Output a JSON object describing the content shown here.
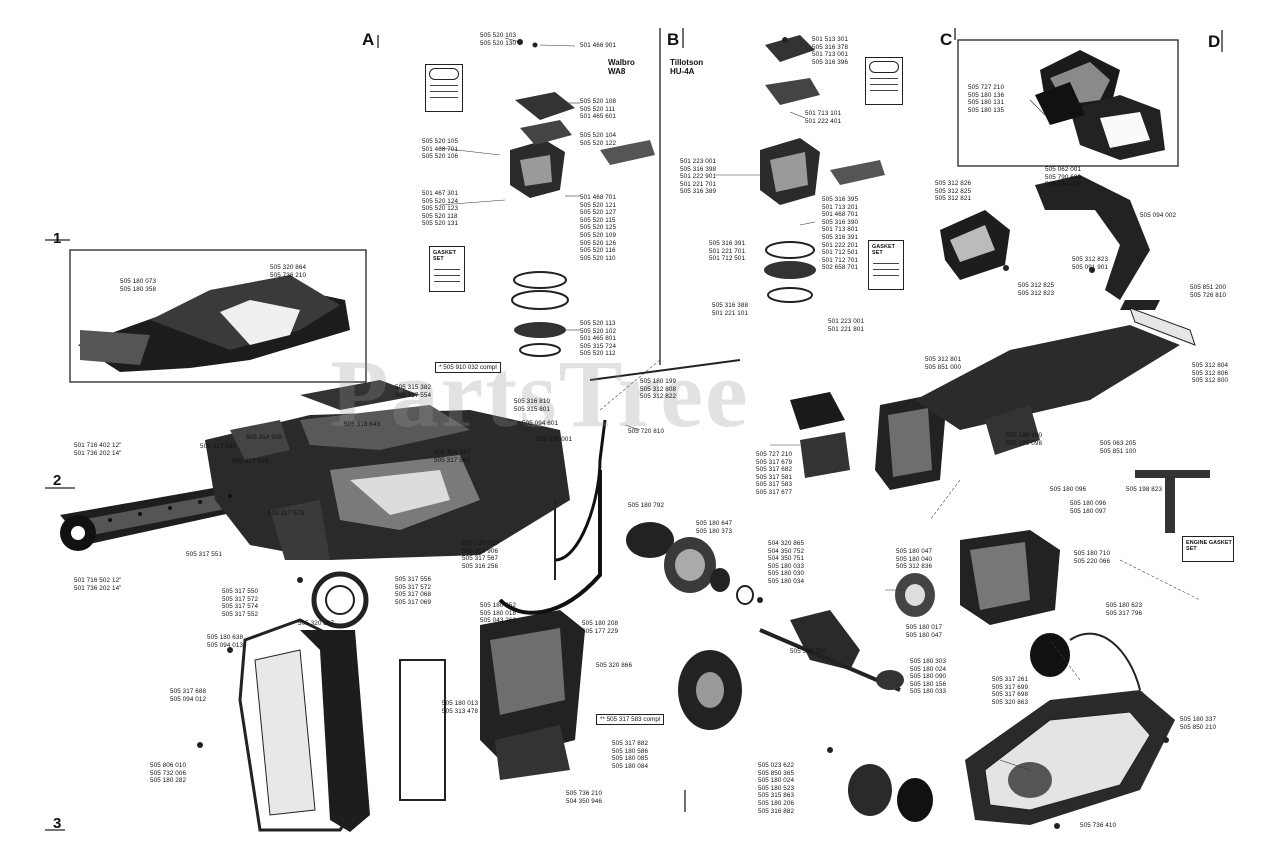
{
  "sections": {
    "a": "A",
    "b": "B",
    "c": "C",
    "d": "D",
    "n1": "1",
    "n2": "2",
    "n3": "3"
  },
  "carb_titles": {
    "walbro": "Walbro\nWA8",
    "tillotson": "Tillotson\nHU-4A"
  },
  "kits": {
    "gasket_set_a": "GASKET\nSET",
    "gasket_set_b": "GASKET\nSET",
    "engine_gasket_set": "ENGINE GASKET\nSET"
  },
  "callouts": {
    "compl_1": "* 505 910 032 compl",
    "compl_2": "** 505 317 583 compl"
  },
  "watermark": "PartsTree",
  "labels": {
    "walbro_top_1": "505 520 103\n505 520 130",
    "walbro_top_2": "501 466 901",
    "walbro_right_1": "505 520 108\n505 520 111\n501 465 601",
    "walbro_right_2": "505 520 104\n505 520 122",
    "walbro_left_1": "505 520 105\n501 468 701\n505 520 106",
    "walbro_left_2": "501 467 301\n505 520 124\n505 520 123\n505 520 118\n505 520 131",
    "walbro_right_3": "501 468 701\n505 520 121\n505 520 127\n505 520 115\n505 520 125\n505 520 109\n505 520 126\n505 520 116\n505 520 110",
    "walbro_right_4": "505 520 113\n505 520 102\n501 465 801\n505 315 724\n505 520 112",
    "till_top": "501 513 301\n505 316 378\n501 713 001\n505 316 396",
    "till_mid": "501 713 101\n501 222 401",
    "till_left": "501 223 001\n505 316 398\n501 222 901\n501 221 701\n505 316 389",
    "till_right": "505 316 395\n501 713 201\n501 468 701\n505 316 390\n501 713 801\n505 316 391\n501 222 201\n501 712 501\n501 712 701\n502 658 701",
    "till_left2": "505 316 391\n501 221 701\n501 712 501",
    "till_bot": "505 316 388\n501 221 101",
    "till_bot2": "501 223 001\n501 221 801",
    "c_left": "505 727 210\n505 180 136\n505 180 131\n505 180 135",
    "d_top": "505 062 001\n505 790 690\n505 094 005",
    "d_left": "505 312 826\n505 312 825\n505 312 821",
    "d_right": "505 094 002",
    "d_mid": "505 312 825\n505 312 823",
    "d_mid2": "505 312 823\n505 091 901",
    "d_far_right": "505 851 200\n505 726 810",
    "d_right2": "505 312 804\n505 312 806\n505 312 800",
    "d_mid3": "505 312 801\n505 851 000",
    "p1_a": "505 180 073\n505 180 358",
    "p1_b": "505 320 864\n505 736 210",
    "saw_top_1": "505 315 382\n505 317 554",
    "saw_top_2": "505 314 906",
    "saw_top_3": "505 318 643",
    "saw_top_4": "505 316 810\n505 315 801",
    "saw_left_1": "505 317 581",
    "saw_left_2": "505 317 569",
    "bar_top": "501 716 402 12\"\n501 736 202 14\"",
    "bar_bot": "501 716 502 12\"\n501 736 202 14\"",
    "saw_mid_1": "505 314 937\n505 317 583",
    "saw_mid_2": "505 094 601",
    "saw_mid_3": "505 090 001",
    "saw_mid_4": "505 720 810",
    "saw_mid_5": "505 180 199\n505 312 808\n505 312 822",
    "saw_mid_6": "505 317 573",
    "saw_mid_7": "505 317 551",
    "saw_mid_8": "505 720 810\n505 314 906\n505 317 567\n505 316 256",
    "saw_mid_9": "505 180 792",
    "saw_lo_1": "505 317 550\n505 317 572\n505 317 574\n505 317 552",
    "saw_lo_2": "505 317 556\n505 317 572\n505 317 068\n505 317 069",
    "saw_lo_3": "505 180 252\n505 180 018\n505 043 262",
    "saw_lo_4": "505 180 208\n505 177 229",
    "saw_lo_5": "505 320 866",
    "handle_1": "505 180 638\n505 094 013",
    "handle_2": "505 320 867",
    "handle_3": "505 317 688\n505 094 012",
    "handle_4": "505 806 010\n505 732 006\n505 180 282",
    "cyl_1": "505 180 013\n505 313 478",
    "cyl_2": "505 736 210\n504 350 946",
    "clutch_1": "505 180 647\n505 180 373",
    "clutch_2": "504 320 865\n504 350 752\n504 350 751\n505 180 033\n505 180 030\n505 180 034",
    "crank_1": "505 316 293",
    "crank_2": "505 180 303\n505 180 024\n505 180 090\n505 180 156\n505 180 033",
    "fly_1": "505 317 882\n505 180 586\n505 180 085\n505 180 084",
    "fly_2": "505 023 622\n505 850 365\n505 180 024\n505 180 523\n505 315 863\n505 180 206\n505 316 882",
    "engine_1": "505 727 210\n505 317 679\n505 317 682\n505 317 581\n505 317 583\n505 317 677",
    "engine_2": "505 180 047\n505 180 040\n505 312 836",
    "engine_3": "505 180 710\n505 220 066",
    "engine_4": "505 180 017\n505 180 047",
    "engine_5": "505 180 623\n505 317 796",
    "ign_1": "505 317 261\n505 317 699\n505 317 698\n505 320 863",
    "ign_2": "505 180 337\n505 850 210",
    "ign_3": "505 736 410",
    "d_lo_1": "505 180 190\n505 180 098",
    "d_lo_2": "505 063 205\n505 851 100",
    "d_lo_3": "505 180 096",
    "d_lo_4": "505 180 096\n505 180 097",
    "d_lo_5": "505 198 823"
  }
}
